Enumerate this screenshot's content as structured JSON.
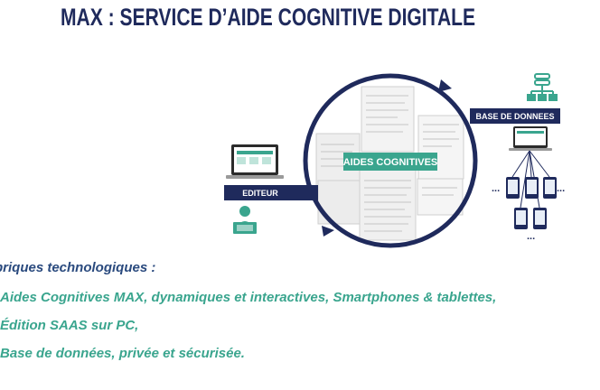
{
  "title": "MAX : SERVICE D’AIDE COGNITIVE DIGITALE",
  "diagram": {
    "center_label": "AIDES COGNITIVES",
    "left_label": "EDITEUR",
    "right_label": "BASE DE DONNEES",
    "ellipsis": "..."
  },
  "colors": {
    "navy": "#1f2a5c",
    "teal": "#3aa58e",
    "heading_blue": "#2a4a7e"
  },
  "bullets": {
    "heading": "briques technologiques :",
    "items": [
      "Aides Cognitives MAX, dynamiques et interactives, Smartphones & tablettes,",
      "Édition SAAS sur PC,",
      "Base de données, privée et sécurisée."
    ]
  }
}
